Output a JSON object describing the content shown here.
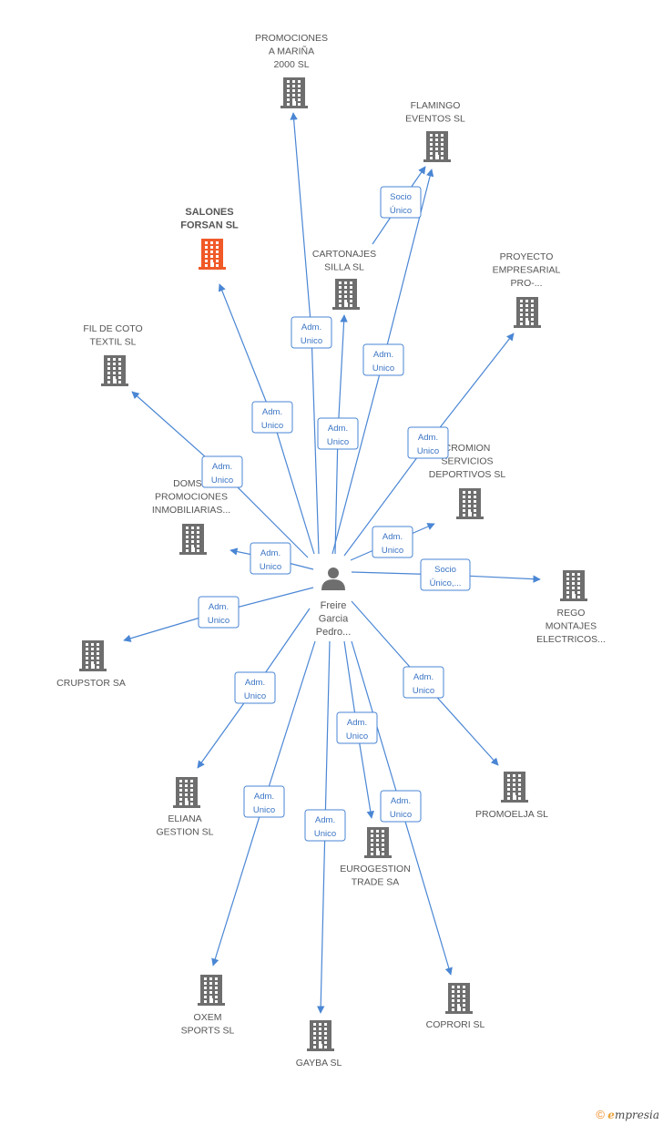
{
  "center": {
    "label_lines": [
      "Freire",
      "Garcia",
      "Pedro..."
    ]
  },
  "companies": [
    {
      "id": "promociones-a-marina",
      "label_lines": [
        "PROMOCIONES",
        "A MARIÑA",
        "2000 SL"
      ],
      "highlight": false
    },
    {
      "id": "flamingo-eventos",
      "label_lines": [
        "FLAMINGO",
        "EVENTOS SL"
      ],
      "highlight": false
    },
    {
      "id": "salones-forsan",
      "label_lines": [
        "SALONES",
        "FORSAN SL"
      ],
      "highlight": true
    },
    {
      "id": "cartonajes-silla",
      "label_lines": [
        "CARTONAJES",
        "SILLA  SL"
      ],
      "highlight": false
    },
    {
      "id": "proyecto-empresarial",
      "label_lines": [
        "PROYECTO",
        "EMPRESARIAL",
        "PRO-..."
      ],
      "highlight": false
    },
    {
      "id": "fil-de-coto",
      "label_lines": [
        "FIL DE COTO",
        "TEXTIL  SL"
      ],
      "highlight": false
    },
    {
      "id": "cromion",
      "label_lines": [
        "CROMION",
        "SERVICIOS",
        "DEPORTIVOS SL"
      ],
      "highlight": false
    },
    {
      "id": "domso",
      "label_lines": [
        "DOMSO",
        "PROMOCIONES",
        "INMOBILIARIAS..."
      ],
      "highlight": false
    },
    {
      "id": "rego-montajes",
      "label_lines": [
        "REGO",
        "MONTAJES",
        "ELECTRICOS..."
      ],
      "highlight": false
    },
    {
      "id": "crupstor",
      "label_lines": [
        "CRUPSTOR SA"
      ],
      "highlight": false
    },
    {
      "id": "eliana-gestion",
      "label_lines": [
        "ELIANA",
        "GESTION SL"
      ],
      "highlight": false
    },
    {
      "id": "promoelja",
      "label_lines": [
        "PROMOELJA SL"
      ],
      "highlight": false
    },
    {
      "id": "eurogestion",
      "label_lines": [
        "EUROGESTION",
        "TRADE SA"
      ],
      "highlight": false
    },
    {
      "id": "oxem-sports",
      "label_lines": [
        "OXEM",
        "SPORTS SL"
      ],
      "highlight": false
    },
    {
      "id": "coprori",
      "label_lines": [
        "COPRORI SL"
      ],
      "highlight": false
    },
    {
      "id": "gayba",
      "label_lines": [
        "GAYBA SL"
      ],
      "highlight": false
    }
  ],
  "relations": [
    {
      "id": "rel-promociones-a-marina",
      "label_lines": [
        "Adm.",
        "Unico"
      ]
    },
    {
      "id": "rel-flamingo-socio",
      "label_lines": [
        "Socio",
        "Único"
      ]
    },
    {
      "id": "rel-flamingo-adm",
      "label_lines": [
        "Adm.",
        "Unico"
      ]
    },
    {
      "id": "rel-salones-forsan",
      "label_lines": [
        "Adm.",
        "Unico"
      ]
    },
    {
      "id": "rel-cartonajes-silla",
      "label_lines": [
        "Adm.",
        "Unico"
      ]
    },
    {
      "id": "rel-proyecto-empresarial",
      "label_lines": [
        "Adm.",
        "Unico"
      ]
    },
    {
      "id": "rel-fil-de-coto",
      "label_lines": [
        "Adm.",
        "Unico"
      ]
    },
    {
      "id": "rel-cromion",
      "label_lines": [
        "Adm.",
        "Unico"
      ]
    },
    {
      "id": "rel-domso",
      "label_lines": [
        "Adm.",
        "Unico"
      ]
    },
    {
      "id": "rel-rego-montajes",
      "label_lines": [
        "Socio",
        "Único,..."
      ]
    },
    {
      "id": "rel-crupstor",
      "label_lines": [
        "Adm.",
        "Unico"
      ]
    },
    {
      "id": "rel-eliana-gestion",
      "label_lines": [
        "Adm.",
        "Unico"
      ]
    },
    {
      "id": "rel-promoelja",
      "label_lines": [
        "Adm.",
        "Unico"
      ]
    },
    {
      "id": "rel-eurogestion",
      "label_lines": [
        "Adm.",
        "Unico"
      ]
    },
    {
      "id": "rel-oxem-sports",
      "label_lines": [
        "Adm.",
        "Unico"
      ]
    },
    {
      "id": "rel-coprori",
      "label_lines": [
        "Adm.",
        "Unico"
      ]
    },
    {
      "id": "rel-gayba",
      "label_lines": [
        "Adm.",
        "Unico"
      ]
    }
  ],
  "footer": {
    "copyright_symbol": "©",
    "brand_initial": "e",
    "brand_rest": "mpresia"
  },
  "colors": {
    "edge": "#4a86d4",
    "building": "#6e6e6e",
    "highlight": "#f05a28",
    "text": "#555555"
  }
}
